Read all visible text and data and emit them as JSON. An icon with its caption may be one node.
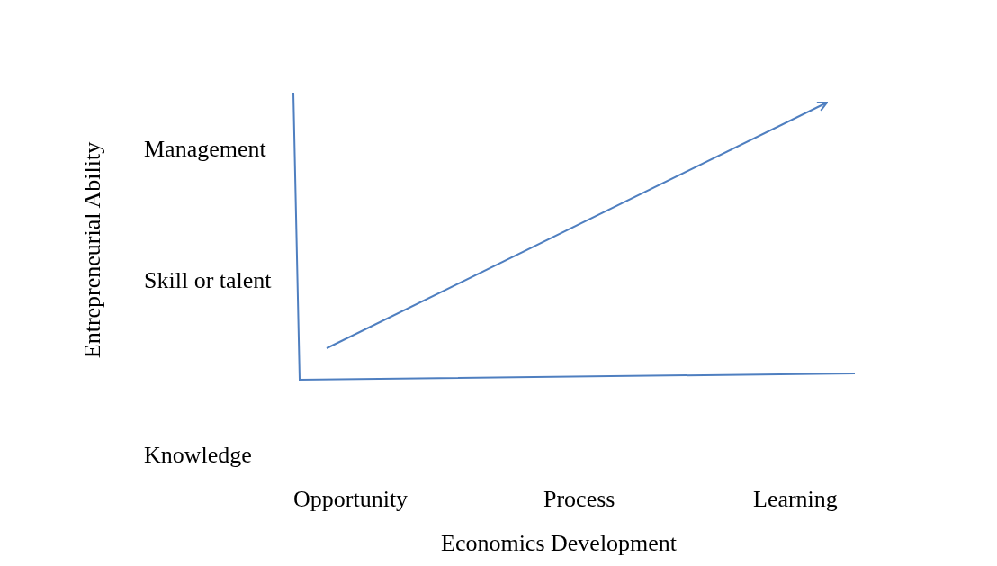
{
  "diagram": {
    "labels": [
      "Management",
      "Entrepreneurial Ability",
      "Skill or talent",
      "Knowledge",
      "Opportunity",
      "Process",
      "Learning",
      "Economics Development"
    ]
  }
}
